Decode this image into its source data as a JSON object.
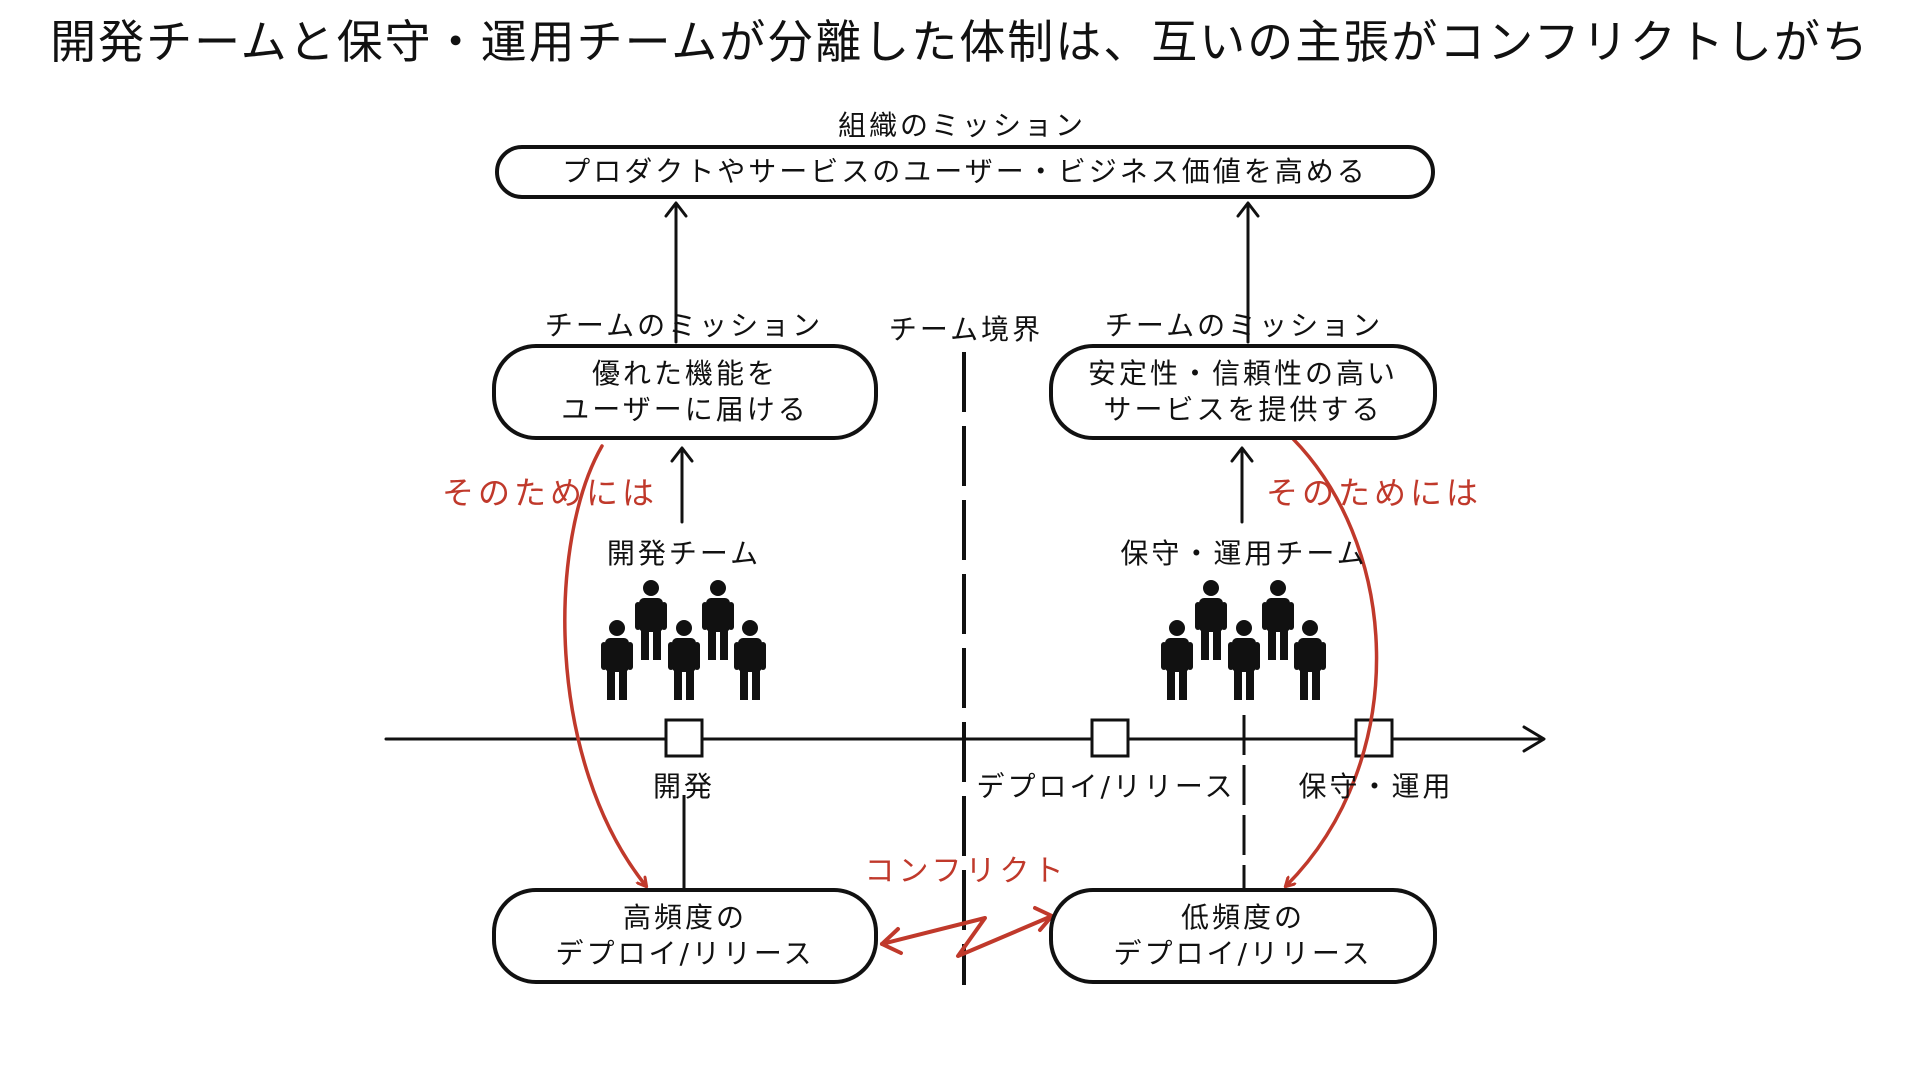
{
  "title": "開発チームと保守・運用チームが分離した体制は、互いの主張がコンフリクトしがち",
  "org": {
    "heading": "組織のミッション",
    "box": "プロダクトやサービスのユーザー・ビジネス価値を高める"
  },
  "boundary_label": "チーム境界",
  "dev": {
    "mission_heading": "チームのミッション",
    "mission_line1": "優れた機能を",
    "mission_line2": "ユーザーに届ける",
    "reason": "そのためには",
    "team_label": "開発チーム",
    "stage_label": "開発",
    "result_line1": "高頻度の",
    "result_line2": "デプロイ/リリース"
  },
  "ops": {
    "mission_heading": "チームのミッション",
    "mission_line1": "安定性・信頼性の高い",
    "mission_line2": "サービスを提供する",
    "reason": "そのためには",
    "team_label": "保守・運用チーム",
    "stage_label": "保守・運用",
    "result_line1": "低頻度の",
    "result_line2": "デプロイ/リリース"
  },
  "deploy_stage_label": "デプロイ/リリース",
  "conflict_label": "コンフリクト",
  "colors": {
    "ink": "#111111",
    "accent": "#c0392b",
    "background": "#ffffff"
  },
  "icons": {
    "person": "person-icon"
  }
}
